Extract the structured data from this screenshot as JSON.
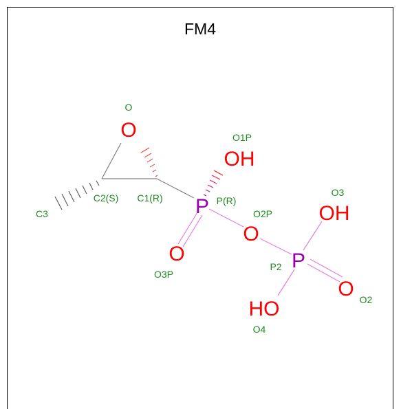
{
  "title": "FM4",
  "atoms": {
    "o_ring": "O",
    "o1p": "OH",
    "p1": "P",
    "o2p": "O",
    "o3p": "O",
    "p2": "P",
    "o3": "OH",
    "o2": "O",
    "o4": "HO"
  },
  "labels": {
    "o": "O",
    "o1p": "O1P",
    "c3": "C3",
    "c2": "C2(S)",
    "c1": "C1(R)",
    "p1": "P(R)",
    "o2p": "O2P",
    "o3": "O3",
    "o3p": "O3P",
    "p2": "P2",
    "o2": "O2",
    "o4": "O4"
  },
  "colors": {
    "carbon_bond": "#808080",
    "oxygen": "#ff0000",
    "phosphorus": "#9900aa",
    "phosphate_bond": "#e080e0",
    "label": "#1e8a1e"
  }
}
